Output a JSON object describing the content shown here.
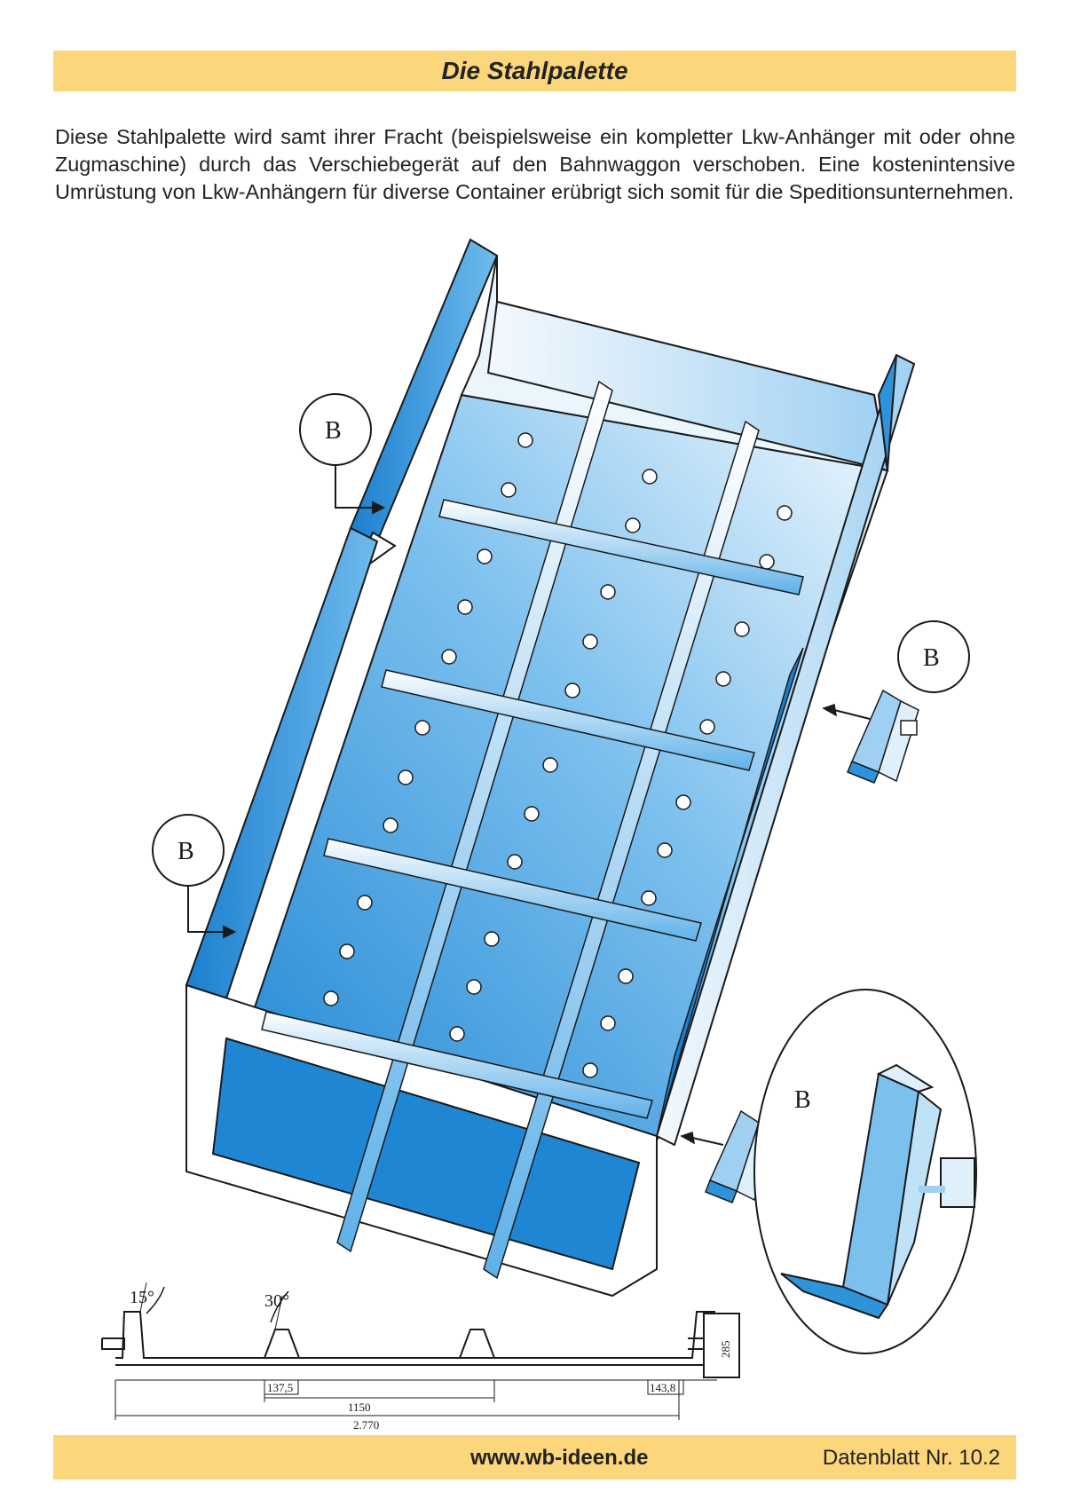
{
  "header": {
    "title": "Die Stahlpalette"
  },
  "intro": {
    "text": "Diese Stahlpalette wird samt ihrer Fracht (beispielsweise ein kompletter Lkw-Anhänger mit oder ohne Zugmaschine) durch das Verschiebegerät auf den Bahnwaggon verschoben. Eine kostenintensive Umrüstung von Lkw-Anhängern für diverse Container erübrigt sich somit für die Speditionsunternehmen."
  },
  "figure": {
    "callouts": [
      "B",
      "B",
      "B",
      "B"
    ],
    "angles": [
      "15°",
      "30°"
    ],
    "dimensions": [
      "285",
      "137,5",
      "1150",
      "143,8",
      "2.770"
    ],
    "colors": {
      "steel_blue": "#2e93d8",
      "light_blue": "#dff0fb",
      "outline": "#1a1a1a"
    }
  },
  "footer": {
    "url": "www.wb-ideen.de",
    "sheet": "Datenblatt Nr. 10.2",
    "bar_color": "#fbd67a"
  }
}
